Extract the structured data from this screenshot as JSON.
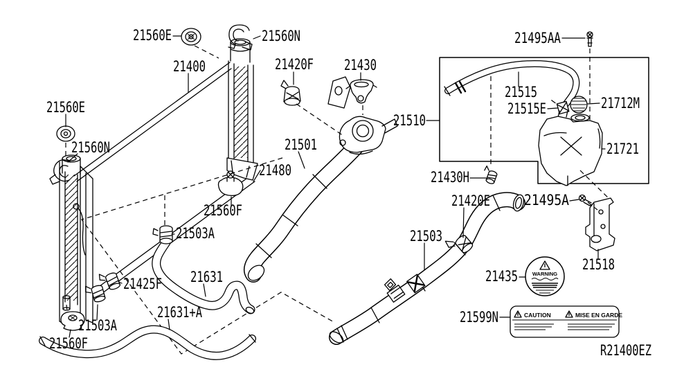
{
  "diagram": {
    "ref_code": "R21400EZ",
    "background_color": "#ffffff",
    "line_color": "#000000"
  },
  "part_labels": {
    "grommet_top": "21560E",
    "bracket_top": "21560N",
    "radiator": "21400",
    "inlet_clamp": "21420F",
    "radiator_cap": "21430",
    "reservoir_bolt_upper": "21495AA",
    "grommet_left": "21560E",
    "bracket_left": "21560N",
    "reservoir_hose": "21515",
    "reservoir_hose_clamp": "21515E",
    "reservoir_cap": "21712M",
    "reservoir_assembly": "21510",
    "reservoir_tank": "21721",
    "upper_hose": "21501",
    "mount_bolt": "21480",
    "hose_clamp_small": "21430H",
    "mount_center": "21560F",
    "oil_hose_clamp_upper": "21503A",
    "lower_hose_clamp": "21420E",
    "bracket_bolt": "21495A",
    "lower_hose": "21503",
    "oil_hose_clamp_mid": "21425F",
    "oil_hose": "21631",
    "oil_hose_a": "21631+A",
    "oil_hose_clamp_lower": "21503A",
    "warning_decal_part": "21435",
    "reservoir_bracket": "21518",
    "caution_decal_part": "21599N",
    "mount_bottom": "21560F"
  },
  "warning_decal": {
    "title": "WARNING"
  },
  "caution_decal": {
    "left_title": "CAUTION",
    "right_title": "MISE EN GARDE"
  }
}
